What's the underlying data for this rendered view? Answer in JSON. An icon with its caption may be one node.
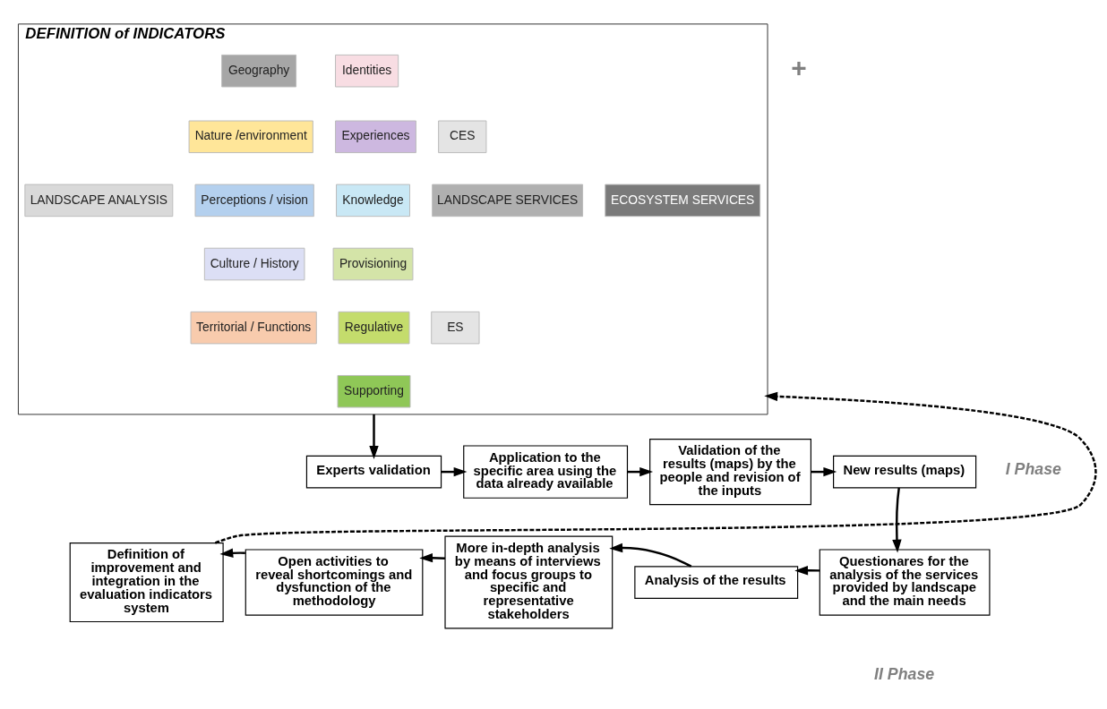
{
  "diagram": {
    "nodes": [
      {
        "text": [
          "DEFINITION of INDICATORS"
        ]
      },
      {
        "text": [
          "LANDSCAPE ANALYSIS"
        ],
        "in": 0
      },
      {
        "text": [
          "Geography"
        ],
        "in": 0
      },
      {
        "text": [
          "Nature /environment"
        ],
        "in": 0
      },
      {
        "text": [
          "Perceptions / vision"
        ],
        "in": 0
      },
      {
        "text": [
          "Culture / History"
        ],
        "in": 0
      },
      {
        "text": [
          "Territorial / Functions"
        ],
        "in": 0
      },
      {
        "text": [
          "Identities"
        ],
        "in": 0
      },
      {
        "text": [
          "Experiences"
        ],
        "in": 0
      },
      {
        "text": [
          "Knowledge"
        ],
        "in": 0
      },
      {
        "text": [
          "Provisioning"
        ],
        "in": 0
      },
      {
        "text": [
          "Regulative"
        ],
        "in": 0
      },
      {
        "text": [
          "Supporting"
        ],
        "in": 0
      },
      {
        "text": [
          "CES"
        ],
        "in": 0
      },
      {
        "text": [
          "ES"
        ],
        "in": 0
      },
      {
        "text": [
          "LANDSCAPE SERVICES"
        ],
        "in": 0
      },
      {
        "text": [
          "ECOSYSTEM SERVICES"
        ],
        "in": 0
      },
      {
        "text": [
          "Experts validation"
        ]
      },
      {
        "text": [
          "Application to the specific area using the data already available"
        ]
      },
      {
        "text": [
          "Validation of the results (maps) by the people and revision of the inputs"
        ]
      },
      {
        "text": [
          "New results (maps)"
        ]
      },
      {
        "text": [
          "Questionares for the analysis of the services provided by landscape and the main needs"
        ]
      },
      {
        "text": [
          "Analysis of the results"
        ]
      },
      {
        "text": [
          "More in-depth analysis by means of interviews and focus groups to specific and representative stakeholders"
        ]
      },
      {
        "text": [
          "Open activities to reveal shortcomings and dysfunction of the methodology"
        ]
      },
      {
        "text": [
          "Definition of improvement and integration in the evaluation indicators system"
        ]
      }
    ],
    "edges": [
      {
        "from": 0,
        "to": 17,
        "arrow": "to"
      },
      {
        "from": 17,
        "to": 18,
        "arrow": "to"
      },
      {
        "from": 18,
        "to": 19,
        "arrow": "to"
      },
      {
        "from": 19,
        "to": 20,
        "arrow": "to"
      },
      {
        "from": 20,
        "to": 21,
        "arrow": "to"
      },
      {
        "from": 21,
        "to": 22,
        "arrow": "to"
      },
      {
        "from": 22,
        "to": 23,
        "arrow": "to"
      },
      {
        "from": 23,
        "to": 24,
        "arrow": "to"
      },
      {
        "from": 24,
        "to": 25,
        "arrow": "to"
      },
      {
        "from": 25,
        "to": 0,
        "arrow": "to",
        "style": "dashed"
      }
    ],
    "labels": [
      "+",
      "I Phase",
      "II Phase"
    ]
  }
}
